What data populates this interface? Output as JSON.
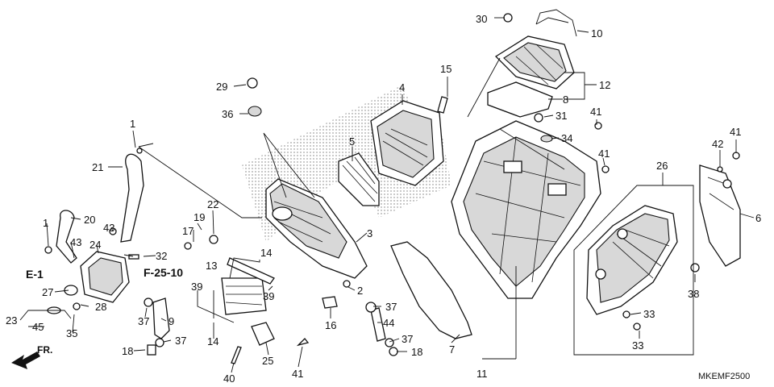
{
  "labels": {
    "p1": "1",
    "p1b": "1",
    "p2": "2",
    "p3": "3",
    "p4": "4",
    "p5": "5",
    "p6": "6",
    "p7": "7",
    "p8": "8",
    "p9": "9",
    "p10": "10",
    "p11": "11",
    "p12": "12",
    "p13": "13",
    "p14": "14",
    "p14b": "14",
    "p15": "15",
    "p16": "16",
    "p17": "17",
    "p18": "18",
    "p18b": "18",
    "p19": "19",
    "p20": "20",
    "p21": "21",
    "p22": "22",
    "p23": "23",
    "p24": "24",
    "p25": "25",
    "p26": "26",
    "p27": "27",
    "p28": "28",
    "p29": "29",
    "p30": "30",
    "p31": "31",
    "p32": "32",
    "p33": "33",
    "p33b": "33",
    "p34": "34",
    "p35": "35",
    "p36": "36",
    "p37": "37",
    "p37b": "37",
    "p37c": "37",
    "p38": "38",
    "p39": "39",
    "p39b": "39",
    "p40": "40",
    "p41": "41",
    "p41b": "41",
    "p41c": "41",
    "p41d": "41",
    "p42": "42",
    "p43": "43",
    "p43b": "43",
    "p44": "44",
    "p45": "45"
  },
  "refs": {
    "e1": "E-1",
    "f2510": "F-25-10"
  },
  "direction": "FR.",
  "diagram_code": "MKEMF2500"
}
